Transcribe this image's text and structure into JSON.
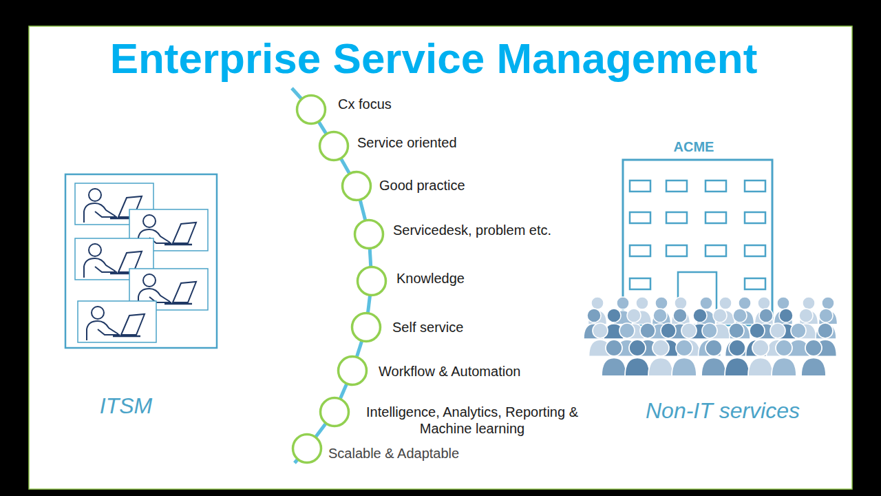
{
  "diagram": {
    "title": "Enterprise Service Management",
    "nodes": [
      {
        "text": [
          "Cx focus"
        ]
      },
      {
        "text": [
          "Service oriented"
        ]
      },
      {
        "text": [
          "Good practice"
        ]
      },
      {
        "text": [
          "Servicedesk, problem etc."
        ]
      },
      {
        "text": [
          "Knowledge"
        ]
      },
      {
        "text": [
          "Self service"
        ]
      },
      {
        "text": [
          "Workflow & Automation"
        ]
      },
      {
        "text": [
          "Intelligence, Analytics, Reporting & Machine learning"
        ]
      },
      {
        "text": [
          "Scalable & Adaptable"
        ]
      }
    ],
    "edges": [
      {
        "from": 0,
        "to": 1,
        "arrow": "none"
      },
      {
        "from": 1,
        "to": 2,
        "arrow": "none"
      },
      {
        "from": 2,
        "to": 3,
        "arrow": "none"
      },
      {
        "from": 3,
        "to": 4,
        "arrow": "none"
      },
      {
        "from": 4,
        "to": 5,
        "arrow": "none"
      },
      {
        "from": 5,
        "to": 6,
        "arrow": "none"
      },
      {
        "from": 6,
        "to": 7,
        "arrow": "none"
      },
      {
        "from": 7,
        "to": 8,
        "arrow": "none"
      }
    ],
    "labels": [
      "ITSM",
      "ACME",
      "Non-IT services"
    ]
  }
}
